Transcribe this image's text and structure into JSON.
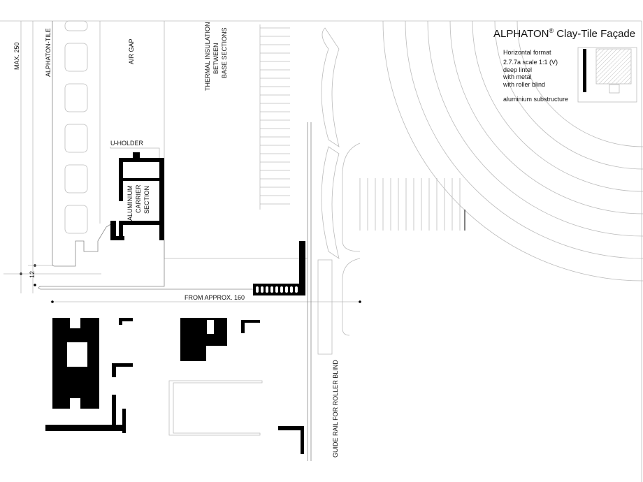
{
  "title": {
    "brand": "ALPHATON",
    "registered": "®",
    "rest": "Clay-Tile Façade"
  },
  "info": {
    "format": "Horizontal format",
    "lines": [
      "2.7.7a   scale 1:1 (V)",
      "deep lintel",
      "with metal",
      "with roller blind"
    ],
    "substructure": "aluminium substructure"
  },
  "labels": {
    "max": "MAX. 250",
    "tile": "ALPHATON-TILE",
    "air_gap": "AIR GAP",
    "insulation": [
      "THERMAL INSULATION",
      "BETWEEN",
      "BASE SECTIONS"
    ],
    "u_holder": "U-HOLDER",
    "carrier": [
      "ALUMINIUM",
      "CARRIER",
      "SECTION"
    ],
    "dim_12": "12",
    "from_approx": "FROM APPROX. 160",
    "guide_rail": "GUIDE RAIL FOR ROLLER BLIND"
  }
}
